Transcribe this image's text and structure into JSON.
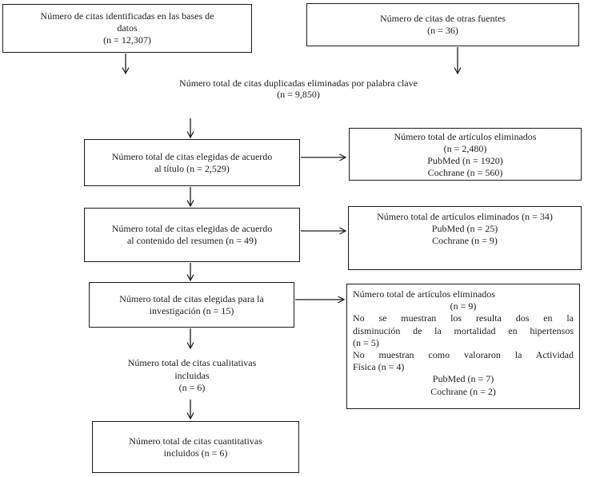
{
  "colors": {
    "border": "#1a1a1a",
    "text": "#1f1f23",
    "background": "#ffffff",
    "arrow": "#1a1a1a"
  },
  "nodes": {
    "identified": "Número de citas identificadas en las bases de\ndatos\n(n = 12,307)",
    "other_sources": "Número de citas de otras fuentes\n(n = 36)",
    "duplicates_removed": "Número total de citas duplicadas eliminadas por palabra clave\n(n = 9,850)",
    "selected_title": "Número total de citas elegidas de acuerdo\nal título (n = 2,529)",
    "removed_title": "Número total de artículos eliminados\n(n = 2,480)\nPubMed (n = 1920)\nCochrane (n = 560)",
    "selected_abstract": "Número total de citas elegidas de acuerdo\nal contenido del resumen (n = 49)",
    "removed_abstract": "Número total de artículos eliminados (n = 34)\nPubMed (n = 25)\nCochrane (n = 9)",
    "selected_research": "Número total de citas elegidas para la\ninvestigación (n = 15)",
    "removed_research": {
      "title": "Número total de artículos eliminados",
      "count": "(n = 9)",
      "reason1_line1": "No se muestran los resulta dos en la",
      "reason1_line2": "disminución de la mortalidad en hipertensos",
      "reason1_line3": "(n = 5)",
      "reason2_line1": "No muestran como valoraron la Actividad",
      "reason2_line2": "Física (n = 4)",
      "pubmed": "PubMed (n = 7)",
      "cochrane": "Cochrane (n = 2)"
    },
    "qualitative_included": "Número total de citas cualitativas\nincluidas\n(n = 6)",
    "quantitative_included": "Número total de citas cuantitativas\nincluidos (n = 6)"
  }
}
